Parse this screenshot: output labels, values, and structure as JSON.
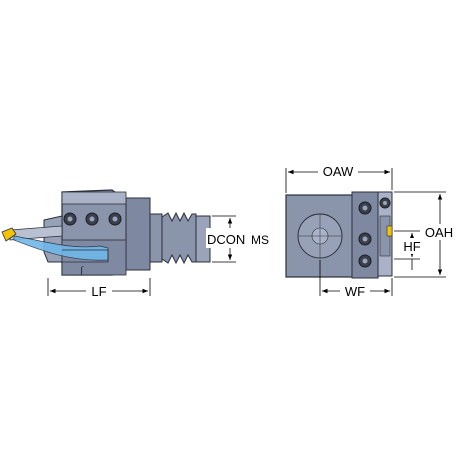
{
  "labels": {
    "lf": "LF",
    "dcon": "DCON",
    "dcon_sub": "MS",
    "oaw": "OAW",
    "oah": "OAH",
    "hf": "HF",
    "wf": "WF"
  },
  "colors": {
    "body": "#8a94ab",
    "body_dark": "#6b7590",
    "body_light": "#a9b2c6",
    "outline": "#2b2f3a",
    "insert": "#f2c400",
    "coolant": "#6fb7e8",
    "screw": "#3a3f4c",
    "dim_line": "#000000"
  }
}
